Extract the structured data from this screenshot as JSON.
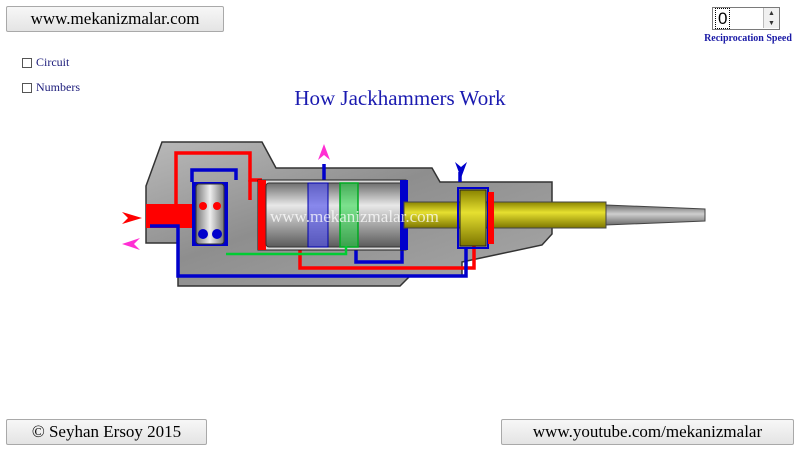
{
  "header": {
    "site_link": "www.mekanizmalar.com"
  },
  "speed_control": {
    "value": "0",
    "label": "Reciprocation Speed"
  },
  "options": {
    "circuit_label": "Circuit",
    "numbers_label": "Numbers",
    "circuit_checked": false,
    "numbers_checked": false
  },
  "title": "How Jackhammers Work",
  "watermark": "www.mekanizmalar.com",
  "footer": {
    "copyright": "© Seyhan Ersoy 2015",
    "youtube": "www.youtube.com/mekanizmalar"
  },
  "colors": {
    "pressure_red": "#ff0000",
    "exhaust_blue": "#0000cc",
    "inlet_arrow": "#ff0000",
    "outlet_arrow": "#ff2fd3",
    "chisel": "#c8c000",
    "green_ring": "#00cc33",
    "blue_ring": "#5555ee"
  }
}
